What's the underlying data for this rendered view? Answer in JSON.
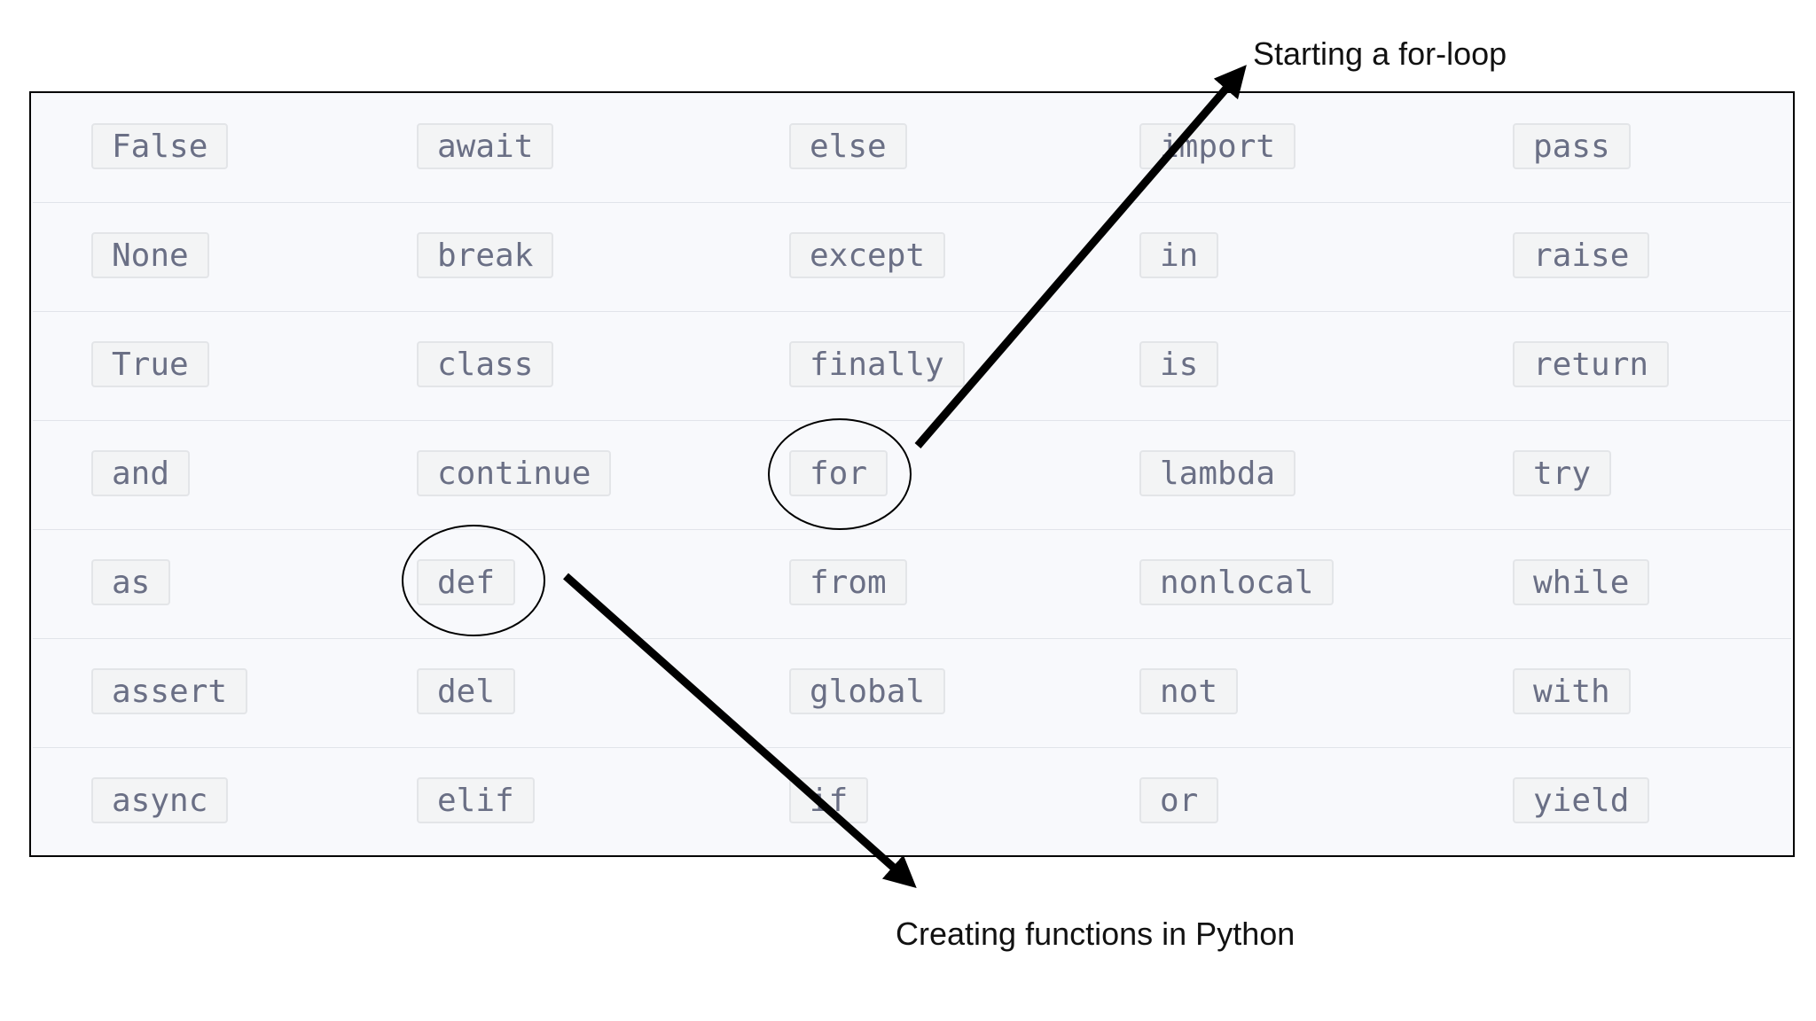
{
  "keyword_table": {
    "rows": [
      [
        "False",
        "await",
        "else",
        "import",
        "pass"
      ],
      [
        "None",
        "break",
        "except",
        "in",
        "raise"
      ],
      [
        "True",
        "class",
        "finally",
        "is",
        "return"
      ],
      [
        "and",
        "continue",
        "for",
        "lambda",
        "try"
      ],
      [
        "as",
        "def",
        "from",
        "nonlocal",
        "while"
      ],
      [
        "assert",
        "del",
        "global",
        "not",
        "with"
      ],
      [
        "async",
        "elif",
        "if",
        "or",
        "yield"
      ]
    ]
  },
  "annotations": {
    "for_loop": "Starting a for-loop",
    "functions": "Creating functions in Python"
  },
  "colors": {
    "table_background": "#f8f9fc",
    "chip_background": "#f3f4f5",
    "chip_text": "#6a6f85",
    "annotation_stroke": "#000000"
  }
}
